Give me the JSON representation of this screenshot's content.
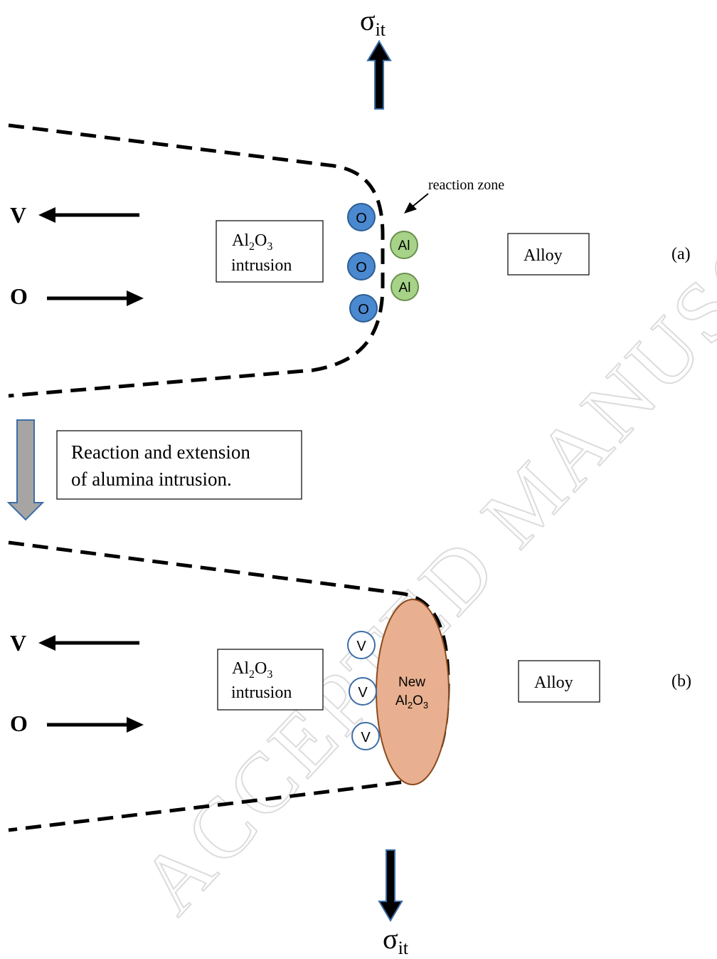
{
  "stress": {
    "symbol": "σ",
    "subscript": "it"
  },
  "panel_a": {
    "label": "(a)",
    "intrusion": {
      "line1_main": "Al",
      "line1_sub1": "2",
      "line1_mid": "O",
      "line1_sub2": "3",
      "line2": "intrusion"
    },
    "alloy": "Alloy",
    "reaction_zone": "reaction zone",
    "flux_v": "V",
    "flux_o": "O",
    "oxygen_atom": "O",
    "aluminium_atom": "Al"
  },
  "transition": {
    "line1": "Reaction and extension",
    "line2": "of alumina intrusion."
  },
  "panel_b": {
    "label": "(b)",
    "intrusion": {
      "line1_main": "Al",
      "line1_sub1": "2",
      "line1_mid": "O",
      "line1_sub2": "3",
      "line2": "intrusion"
    },
    "alloy": "Alloy",
    "flux_v": "V",
    "flux_o": "O",
    "vacancy": "V",
    "new_oxide": {
      "line1": "New",
      "line2_main": "Al",
      "line2_sub1": "2",
      "line2_mid": "O",
      "line2_sub2": "3"
    }
  },
  "watermark": "ACCEPTED MANUSCRIPT",
  "colors": {
    "oxygen_fill": "#4a89d0",
    "aluminium_fill": "#a6d388",
    "new_oxide_fill": "#e8b090",
    "new_oxide_stroke": "#8b4a1c",
    "gray_arrow": "#a7a4a4",
    "stress_arrow_outline": "#3d6ea6"
  }
}
